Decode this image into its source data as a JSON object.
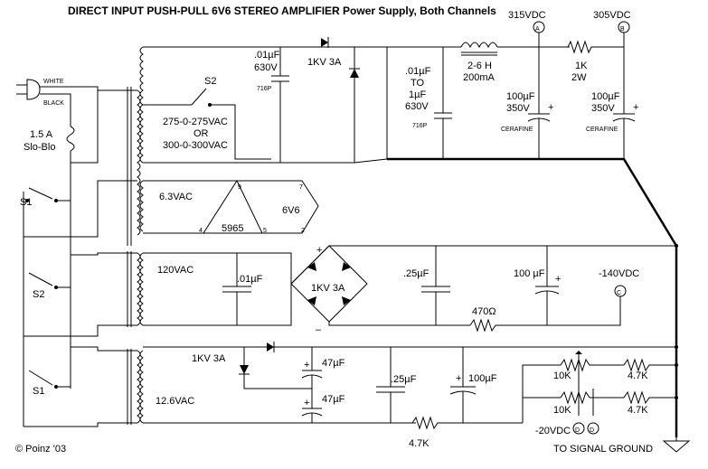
{
  "title": "DIRECT INPUT PUSH-PULL  6V6  STEREO AMPLIFIER   Power Supply, Both Channels",
  "copyright": "© Poinz '03",
  "mains": {
    "white": "WHITE",
    "black": "BLACK",
    "fuse_rating": "1.5 A",
    "fuse_type": "Slo-Blo"
  },
  "switches": {
    "s1_top": "S1",
    "s2_mid": "S2",
    "s1_bottom": "S1",
    "s2_top": "S2"
  },
  "hv_transformer": {
    "cap_value": ".01µF",
    "cap_voltage": "630V",
    "cap_part": "716P",
    "secondary_line1": "275-0-275VAC",
    "secondary_line2": "OR",
    "secondary_line3": "300-0-300VAC",
    "diode": "1KV 3A"
  },
  "choke": {
    "inductance": "2-6 H",
    "current": "200mA"
  },
  "bypass_cap": {
    "line1": ".01µF",
    "line2": "TO",
    "line3": "1µF",
    "line4": "630V",
    "part": "716P"
  },
  "node_a": {
    "voltage": "315VDC",
    "label": "A"
  },
  "node_b": {
    "voltage": "305VDC",
    "label": "B"
  },
  "resistor_1k": {
    "value": "1K",
    "power": "2W"
  },
  "filter_cap_1": {
    "value": "100µF",
    "voltage": "350V",
    "type": "CERAFINE"
  },
  "filter_cap_2": {
    "value": "100µF",
    "voltage": "350V",
    "type": "CERAFINE"
  },
  "heater": {
    "voltage": "6.3VAC",
    "tube_rect": "5965",
    "tube_out": "6V6",
    "pin9": "9",
    "pin7": "7",
    "pin4": "4",
    "pin5": "5",
    "pin2": "2"
  },
  "bias_supply": {
    "transformer_voltage": "120VAC",
    "cap_in": ".01µF",
    "bridge": "1KV 3A",
    "plus": "+",
    "minus": "–",
    "cap_mid": ".25µF",
    "cap_out": "100 µF",
    "cap_out_plus": "+",
    "resistor": "470Ω",
    "node_voltage": "-140VDC",
    "node_label": "C"
  },
  "dc_heater": {
    "transformer_voltage": "12.6VAC",
    "diode": "1KV 3A",
    "cap1": "47µF",
    "cap2": "47µF",
    "cap3": ".25µF",
    "cap4": "100µF",
    "resistor": "4.7K"
  },
  "divider": {
    "pot1": "10K",
    "res1": "4.7K",
    "pot2": "10K",
    "res2": "4.7K",
    "voltage": "-20VDC",
    "node_d1": "D",
    "node_d2": "D"
  },
  "ground_label": "TO SIGNAL GROUND"
}
